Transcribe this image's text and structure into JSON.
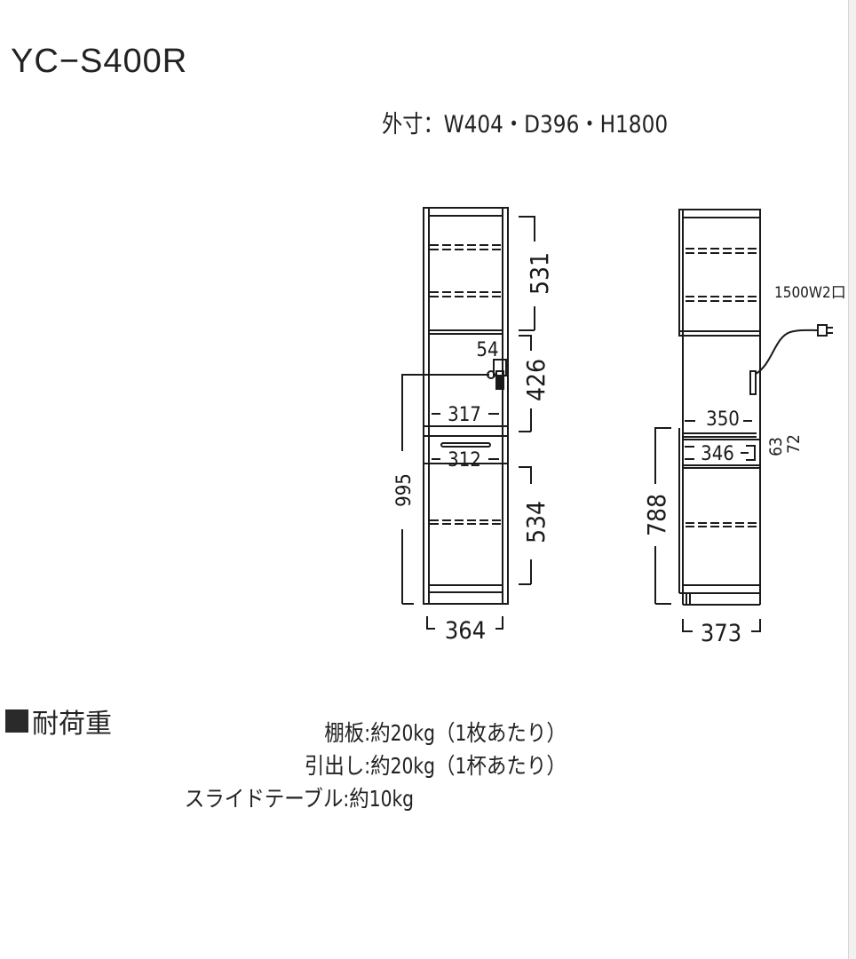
{
  "title": {
    "model": "YC−S400R"
  },
  "outer_dimensions": {
    "text": "外寸：W404・D396・H1800",
    "width": "W404",
    "depth": "D396",
    "height": "H1800"
  },
  "front_view": {
    "dims": {
      "upper_height": "531",
      "middle_height": "426",
      "lower_height": "534",
      "counter_height": "995",
      "inner_width_upper": "317",
      "drawer_width": "312",
      "outlet_offset": "54",
      "outer_width": "364"
    }
  },
  "side_view": {
    "outlet_label": "1500W2口",
    "dims": {
      "slide_width": "350",
      "drawer_width": "346",
      "drawer_h1": "63",
      "drawer_h2": "72",
      "lower_height": "788",
      "outer_depth": "373"
    }
  },
  "load_capacity": {
    "heading": "耐荷重",
    "rows": [
      {
        "label": "棚板",
        "value": "約20kg（1枚あたり）"
      },
      {
        "label": "引出し",
        "value": "約20kg（1杯あたり）"
      },
      {
        "label": "スライドテーブル",
        "value": "約10kg"
      }
    ]
  }
}
